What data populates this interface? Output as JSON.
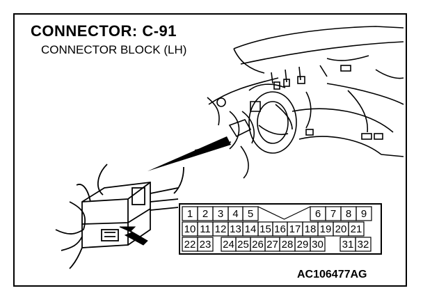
{
  "title": "CONNECTOR: C-91",
  "subtitle": "CONNECTOR BLOCK (LH)",
  "figure_code": "AC106477AG",
  "pin_rows": [
    [
      "1",
      "2",
      "3",
      "4",
      "5",
      "",
      "6",
      "7",
      "8",
      "9"
    ],
    [
      "10",
      "11",
      "12",
      "13",
      "14",
      "15",
      "16",
      "17",
      "18",
      "19",
      "20",
      "21"
    ],
    [
      "22",
      "23",
      "",
      "24",
      "25",
      "26",
      "27",
      "28",
      "29",
      "30",
      "",
      "31",
      "32"
    ]
  ]
}
